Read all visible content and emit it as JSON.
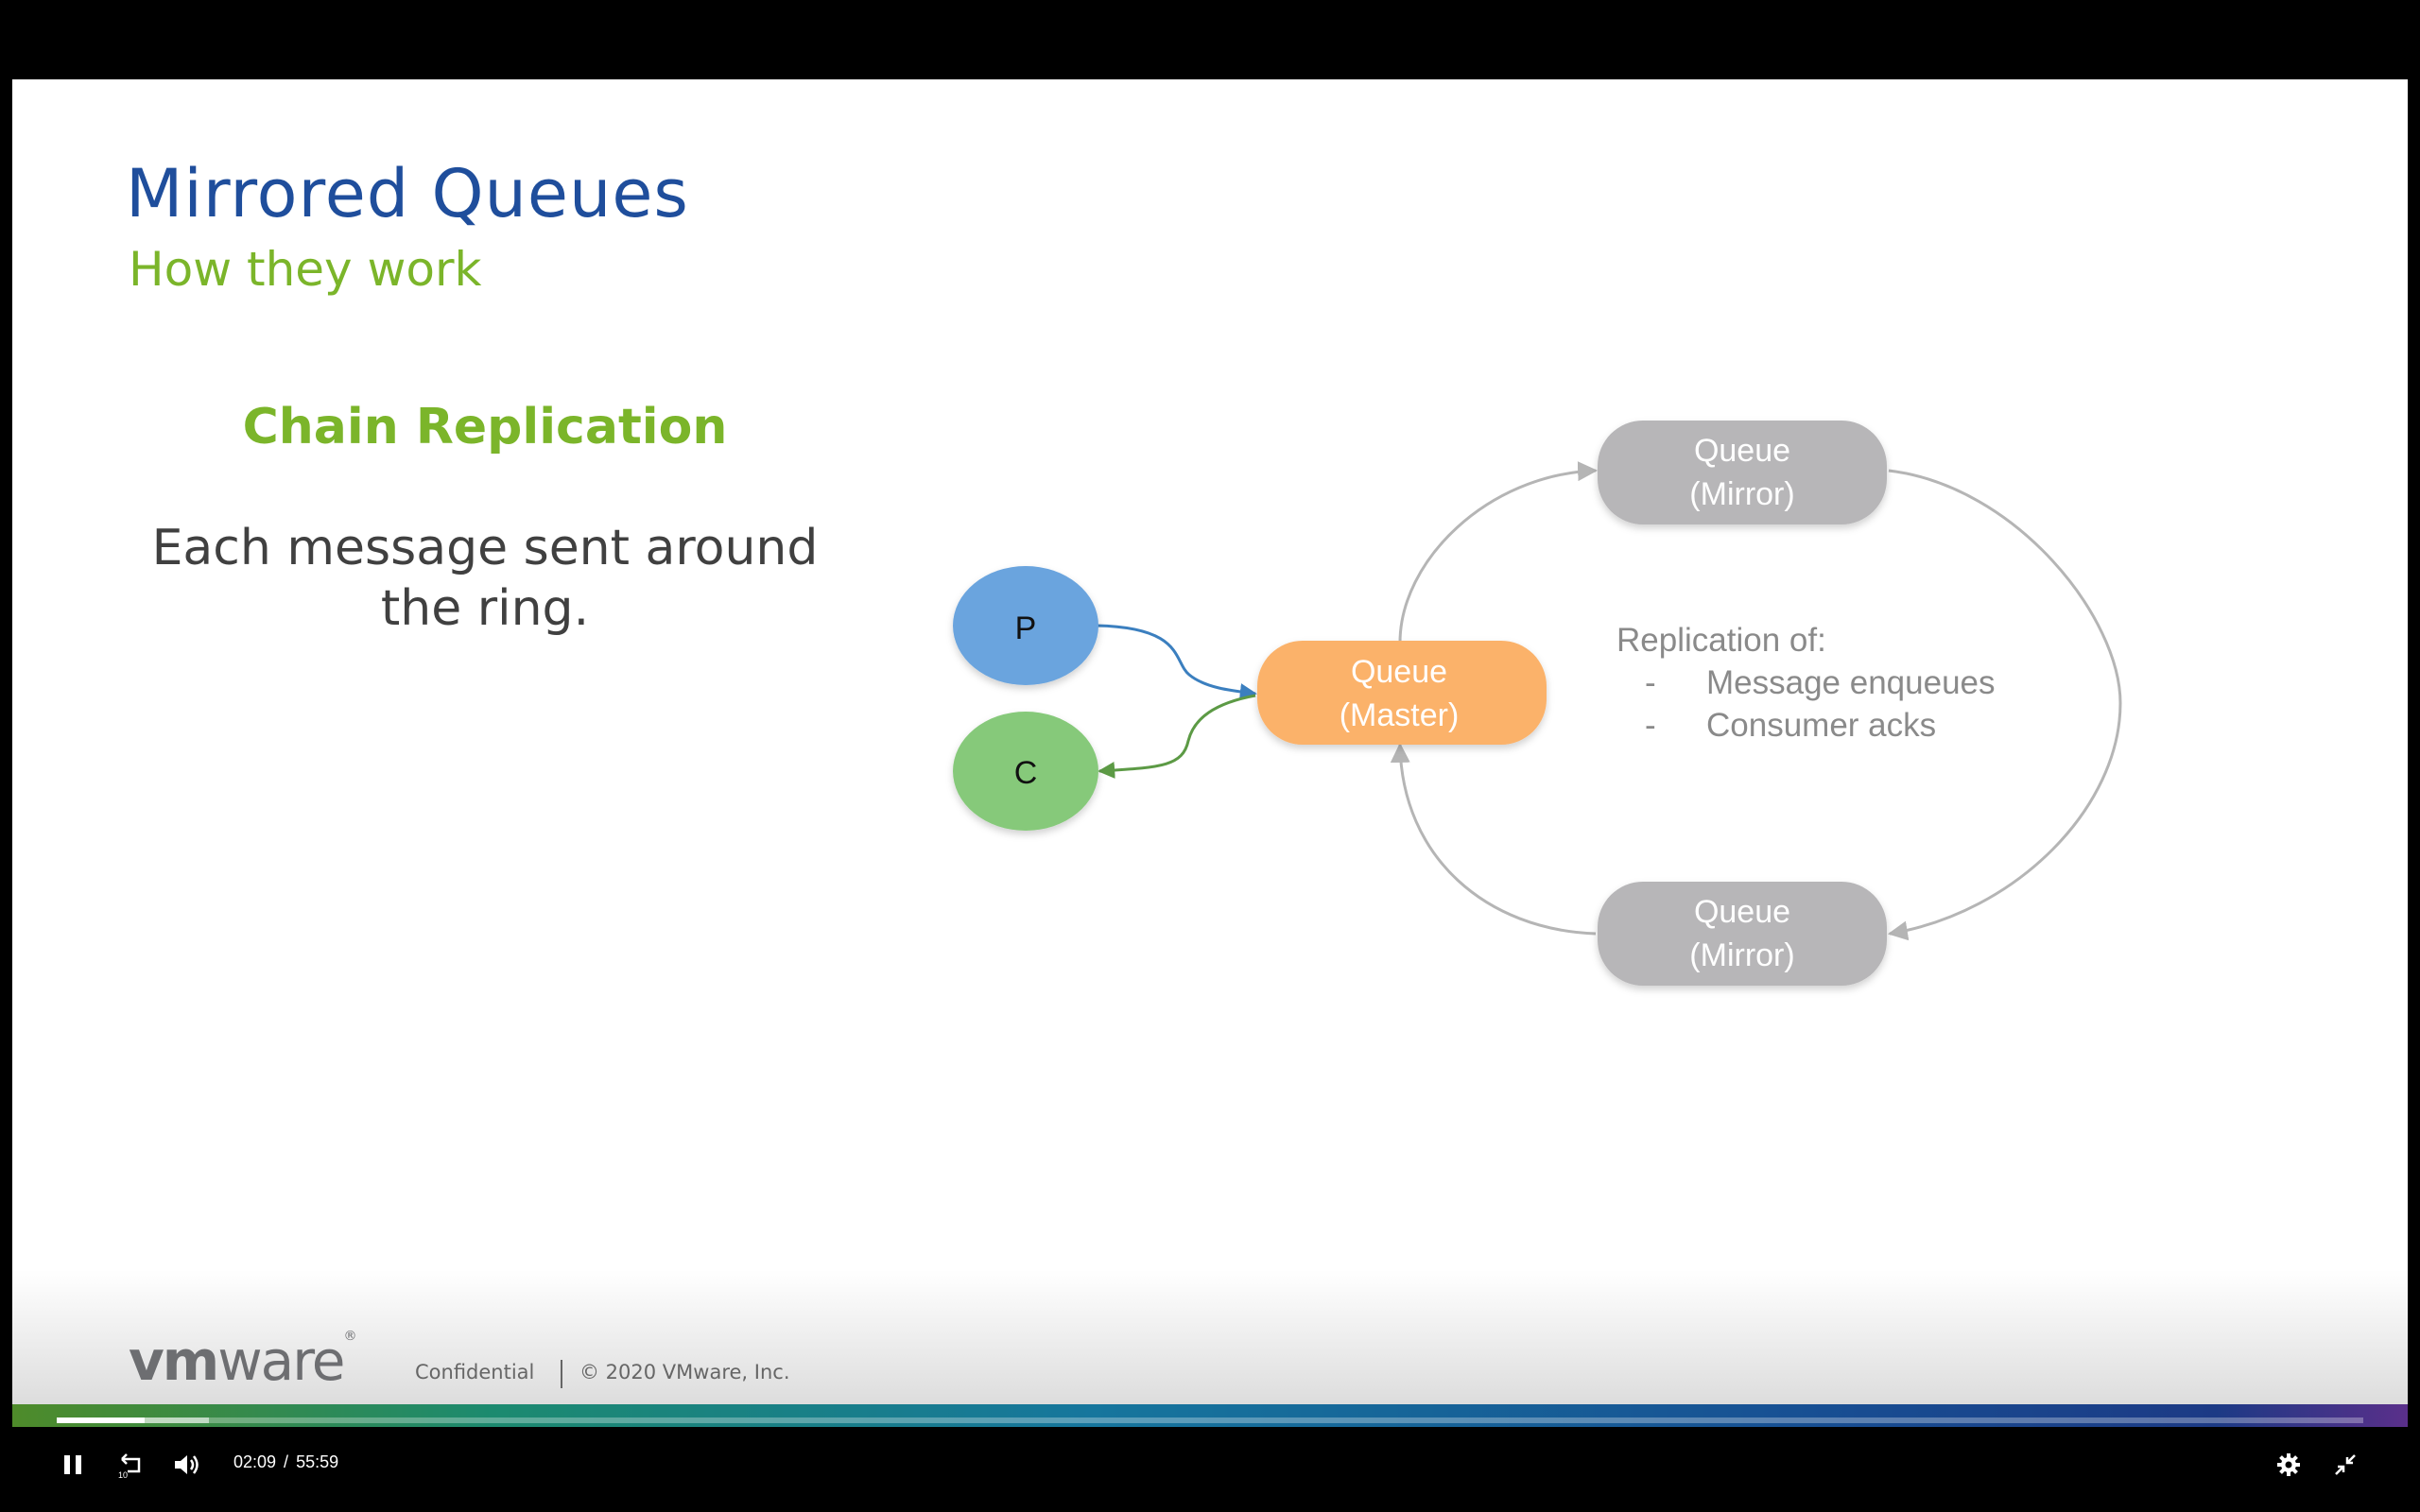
{
  "slide": {
    "title": "Mirrored Queues",
    "subtitle": "How they work",
    "left_heading": "Chain Replication",
    "left_body": {
      "line1": "Each message sent around",
      "line2": "the ring."
    },
    "diagram": {
      "producer_label": "P",
      "consumer_label": "C",
      "master": {
        "line1": "Queue",
        "line2": "(Master)"
      },
      "mirror_top": {
        "line1": "Queue",
        "line2": "(Mirror)"
      },
      "mirror_bottom": {
        "line1": "Queue",
        "line2": "(Mirror)"
      },
      "replication_title": "Replication of:",
      "replication_items": [
        "Message enqueues",
        "Consumer acks"
      ],
      "bullet_dash": "-"
    },
    "footer": {
      "logo_vm": "vm",
      "logo_ware": "ware",
      "logo_reg": "®",
      "confidential": "Confidential",
      "copyright": "© 2020 VMware, Inc."
    }
  },
  "colors": {
    "title": "#1f4e9c",
    "accent_green": "#7bb52a",
    "producer": "#6aa4de",
    "consumer": "#86c97a",
    "master": "#fbb26a",
    "mirror": "#b7b6b8",
    "ring": "#b5b5b5"
  },
  "player": {
    "current_time": "02:09",
    "separator": "/",
    "duration": "55:59",
    "played_fraction": 0.038,
    "buffered_fraction": 0.066,
    "icons": [
      "pause-icon",
      "rewind-10-icon",
      "volume-icon",
      "settings-gear-icon",
      "exit-fullscreen-icon"
    ],
    "rewind_seconds": "10"
  }
}
